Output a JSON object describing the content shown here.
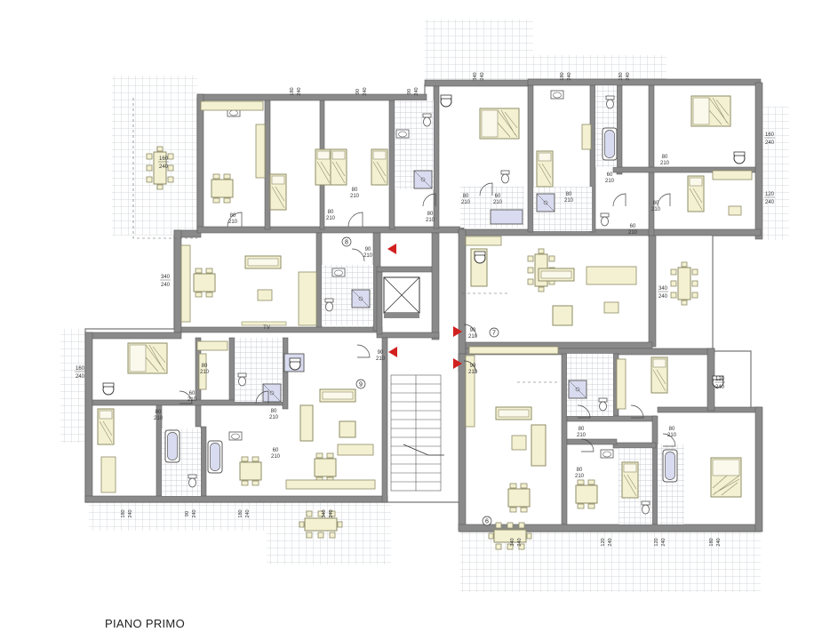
{
  "title": "PIANO PRIMO",
  "colors": {
    "wall": "#8a8a8a",
    "wall_dark": "#6f6f6f",
    "floor": "#ffffff",
    "tile": "#c9cdd3",
    "furniture_fill": "#f3f1d2",
    "furniture_stroke": "#9a9870",
    "fixture_fill": "#d9dcf0",
    "door_red": "#d21f1f",
    "dim_text": "#333333"
  },
  "icons": {
    "bed": "double-bed-icon",
    "single_bed": "single-bed-icon",
    "table": "dining-table-icon",
    "sofa": "sofa-icon",
    "bathtub": "bathtub-icon",
    "shower": "shower-icon",
    "toilet": "toilet-icon",
    "sink": "sink-icon",
    "stairs": "stairs-icon",
    "elevator": "elevator-icon",
    "door_arrow": "entrance-arrow-icon",
    "tv": "tv-icon",
    "chair": "armchair-icon"
  },
  "unit_numbers": [
    "8",
    "7",
    "9",
    "6"
  ],
  "tv_label": "TV",
  "dims": {
    "d160_240": [
      "160",
      "240"
    ],
    "d340_240": [
      "340",
      "240"
    ],
    "d120_240": [
      "120",
      "240"
    ],
    "d80_210": [
      "80",
      "210"
    ],
    "d90_210": [
      "90",
      "210"
    ],
    "d60_210": [
      "60",
      "210"
    ],
    "d180_240": [
      "180",
      "240"
    ],
    "d90_240": [
      "90",
      "240"
    ],
    "d340": "340",
    "d240": "240",
    "d120": "120",
    "d90": "90",
    "d80": "80",
    "d60": "60",
    "d180": "180",
    "d210": "210"
  }
}
